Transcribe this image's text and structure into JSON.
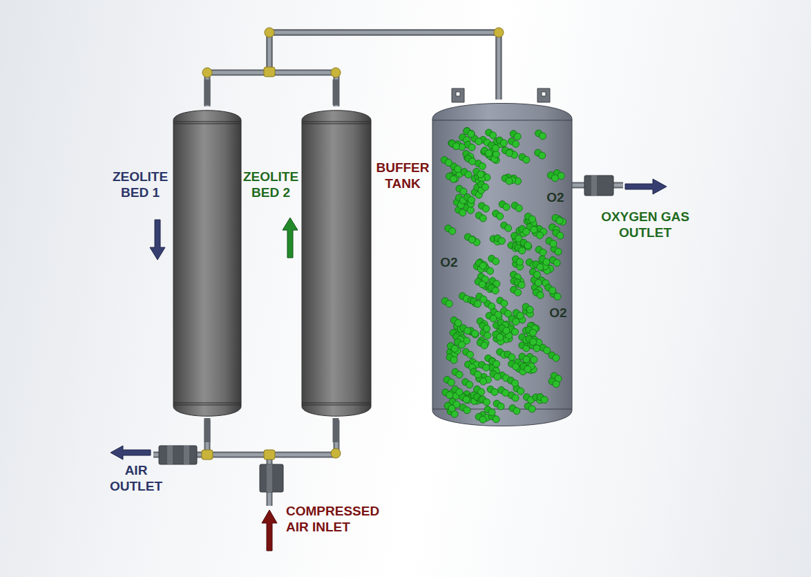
{
  "diagram": {
    "nodes": [
      {
        "text": [
          "ZEOLITE BED 1"
        ]
      },
      {
        "text": [
          "ZEOLITE BED 2"
        ]
      },
      {
        "text": [
          "BUFFER TANK",
          "O2",
          "O2",
          "O2"
        ]
      }
    ],
    "edges": [
      {
        "from": 0,
        "to": 2,
        "arrow": "none"
      },
      {
        "from": 1,
        "to": 2,
        "arrow": "none"
      },
      {
        "from": 0,
        "to": 1,
        "arrow": "none"
      }
    ],
    "labels": [
      "AIR OUTLET",
      "COMPRESSED AIR INLET",
      "OXYGEN GAS OUTLET"
    ]
  }
}
